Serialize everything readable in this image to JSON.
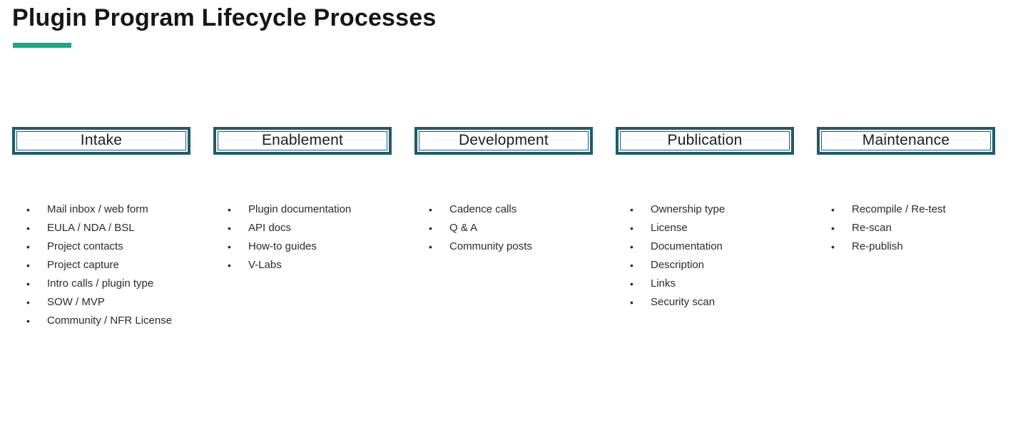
{
  "page": {
    "title": "Plugin Program Lifecycle Processes"
  },
  "colors": {
    "accent_green": "#17A888",
    "box_border_teal": "#1E5B6D",
    "title_text": "#161616",
    "body_text": "#2B2B2B"
  },
  "columns": [
    {
      "label": "Intake",
      "items": [
        "Mail inbox / web form",
        "EULA / NDA / BSL",
        "Project contacts",
        "Project capture",
        "Intro calls / plugin type",
        "SOW / MVP",
        "Community / NFR License"
      ]
    },
    {
      "label": "Enablement",
      "items": [
        "Plugin documentation",
        "API docs",
        "How-to guides",
        "V-Labs"
      ]
    },
    {
      "label": "Development",
      "items": [
        "Cadence calls",
        "Q & A",
        "Community posts"
      ]
    },
    {
      "label": "Publication",
      "items": [
        "Ownership type",
        "License",
        "Documentation",
        "Description",
        "Links",
        "Security scan"
      ]
    },
    {
      "label": "Maintenance",
      "items": [
        "Recompile / Re-test",
        "Re-scan",
        "Re-publish"
      ]
    }
  ]
}
